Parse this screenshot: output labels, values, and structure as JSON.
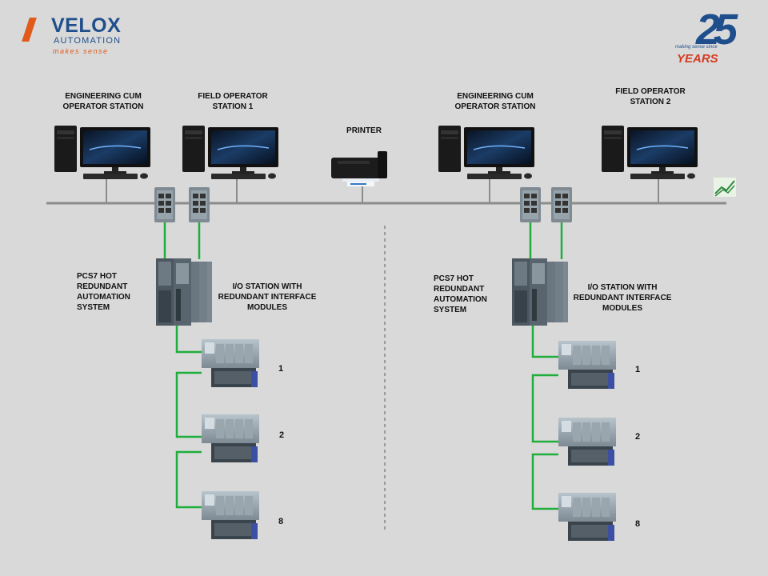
{
  "brand": {
    "name": "VELOX",
    "sub": "AUTOMATION",
    "tagline": "makes sense",
    "anniversary_number": "25",
    "anniversary_since": "making sense since",
    "anniversary_years": "YEARS"
  },
  "labels": {
    "eng_left": "ENGINEERING CUM\nOPERATOR STATION",
    "fos1": "FIELD OPERATOR\nSTATION 1",
    "printer": "PRINTER",
    "eng_right": "ENGINEERING CUM\nOPERATOR STATION",
    "fos2": "FIELD OPERATOR\nSTATION 2",
    "pcs7_left": "PCS7 HOT\nREDUNDANT\nAUTOMATION\nSYSTEM",
    "io_left": "I/O STATION WITH\nREDUNDANT INTERFACE\nMODULES",
    "pcs7_right": "PCS7 HOT\nREDUNDANT\nAUTOMATION\nSYSTEM",
    "io_right": "I/O STATION WITH\nREDUNDANT INTERFACE\nMODULES"
  },
  "io_numbers_left": [
    "1",
    "2",
    "8"
  ],
  "io_numbers_right": [
    "1",
    "2",
    "8"
  ],
  "colors": {
    "bus": "#8c8c8c",
    "fieldbus": "#1fae3c",
    "brand_blue": "#1f4e8c",
    "brand_orange": "#e05a1c"
  }
}
